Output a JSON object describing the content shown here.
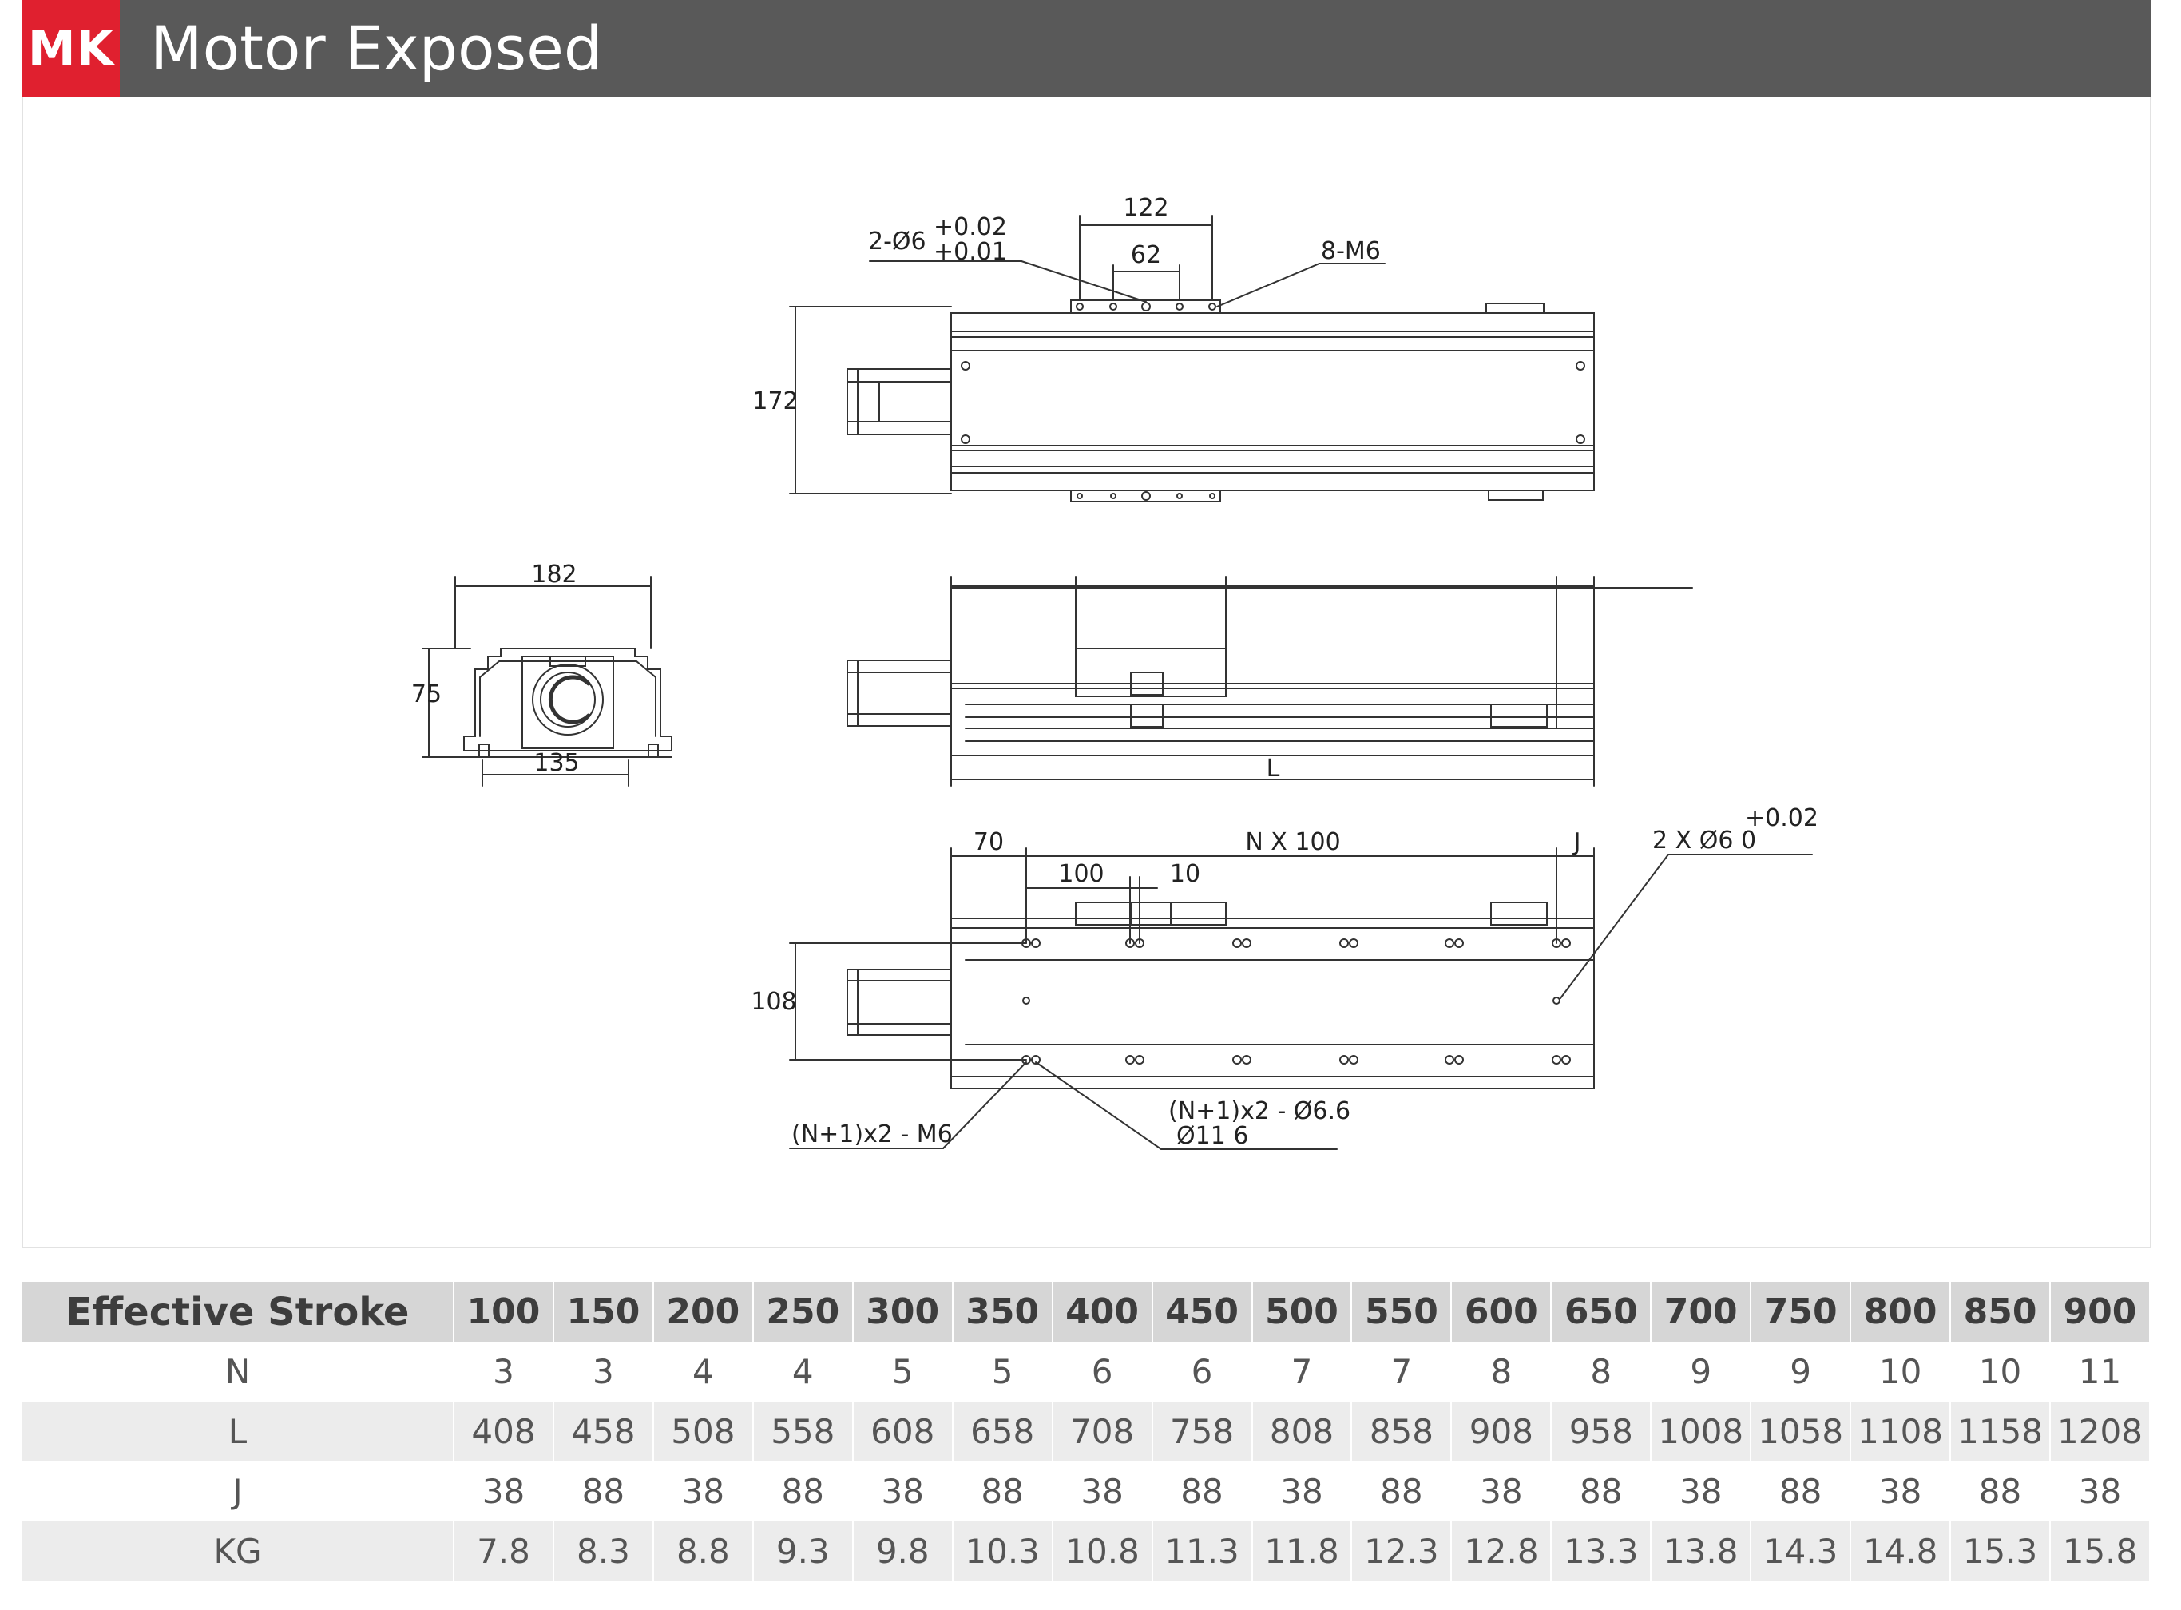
{
  "header": {
    "badge": "MK",
    "title": "Motor Exposed"
  },
  "drawing": {
    "top_view": {
      "dim_122": "122",
      "dim_62": "62",
      "dim_172": "172",
      "hole_label": "2-Ø6",
      "tol_plus": "+0.02",
      "tol_minus": "+0.01",
      "thread_label": "8-M6"
    },
    "end_view": {
      "dim_182": "182",
      "dim_75": "75",
      "dim_135": "135"
    },
    "side_view": {
      "dim_L": "L"
    },
    "bottom_view": {
      "dim_70": "70",
      "dim_nx100": "N X 100",
      "dim_J": "J",
      "dim_100": "100",
      "dim_10": "10",
      "dim_108": "108",
      "pin_label": "2 X Ø6  0",
      "pin_tol": "+0.02",
      "m6_label": "(N+1)x2 - M6",
      "cb_label_1": "(N+1)x2 - Ø6.6",
      "cb_label_2": "Ø11    6"
    }
  },
  "table": {
    "header_label": "Effective Stroke",
    "strokes": [
      "100",
      "150",
      "200",
      "250",
      "300",
      "350",
      "400",
      "450",
      "500",
      "550",
      "600",
      "650",
      "700",
      "750",
      "800",
      "850",
      "900"
    ],
    "rows": [
      {
        "label": "N",
        "values": [
          "3",
          "3",
          "4",
          "4",
          "5",
          "5",
          "6",
          "6",
          "7",
          "7",
          "8",
          "8",
          "9",
          "9",
          "10",
          "10",
          "11"
        ]
      },
      {
        "label": "L",
        "values": [
          "408",
          "458",
          "508",
          "558",
          "608",
          "658",
          "708",
          "758",
          "808",
          "858",
          "908",
          "958",
          "1008",
          "1058",
          "1108",
          "1158",
          "1208"
        ]
      },
      {
        "label": "J",
        "values": [
          "38",
          "88",
          "38",
          "88",
          "38",
          "88",
          "38",
          "88",
          "38",
          "88",
          "38",
          "88",
          "38",
          "88",
          "38",
          "88",
          "38"
        ]
      },
      {
        "label": "KG",
        "values": [
          "7.8",
          "8.3",
          "8.8",
          "9.3",
          "9.8",
          "10.3",
          "10.8",
          "11.3",
          "11.8",
          "12.3",
          "12.8",
          "13.3",
          "13.8",
          "14.3",
          "14.8",
          "15.3",
          "15.8"
        ]
      }
    ]
  }
}
